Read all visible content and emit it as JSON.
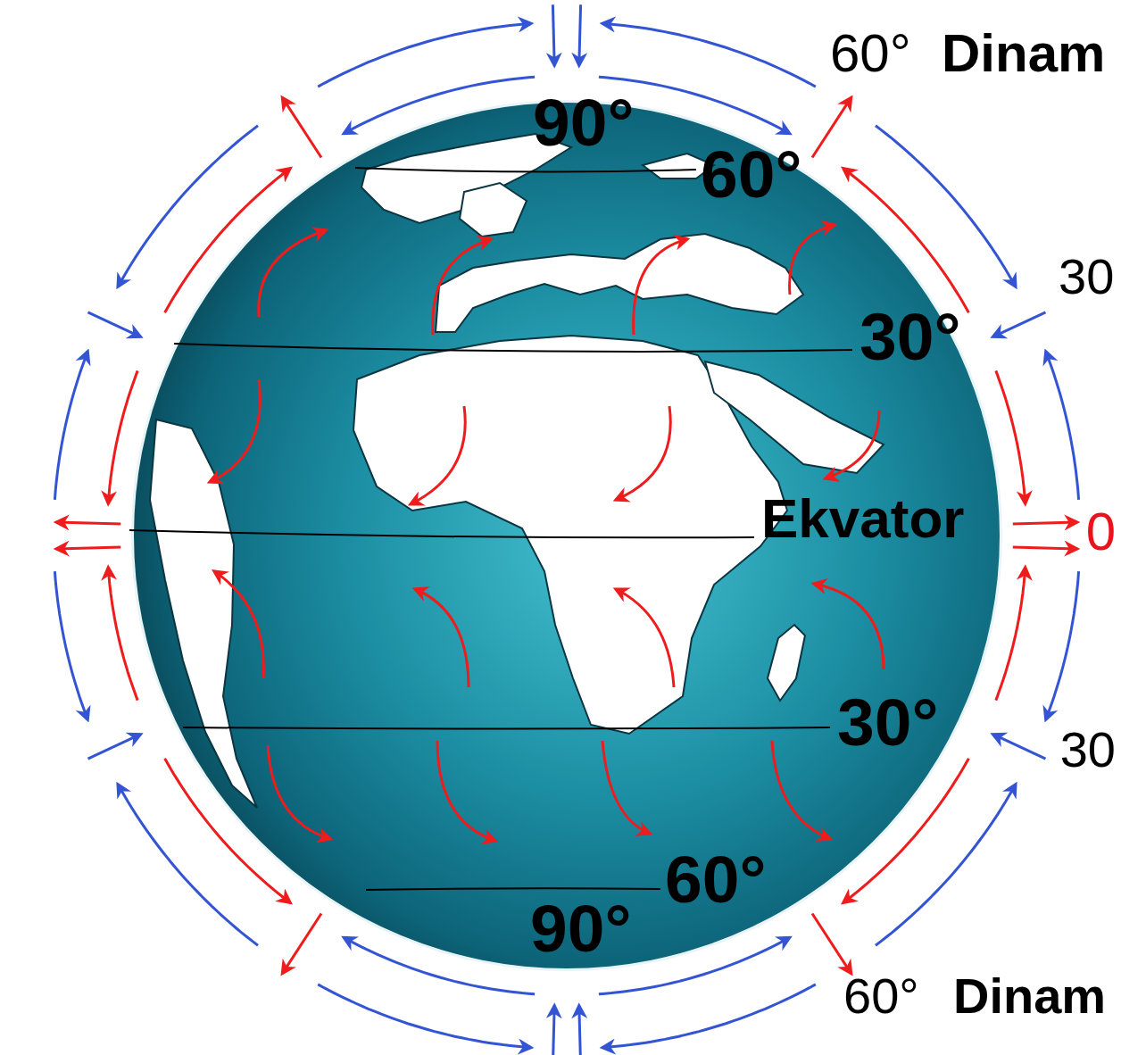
{
  "diagram": {
    "labels": [
      "60°",
      "Dinam",
      "90°",
      "60°",
      "30",
      "30°",
      "Ekvator",
      "0",
      "30°",
      "30",
      "60°",
      "90°",
      "60°",
      "Dinam"
    ]
  }
}
